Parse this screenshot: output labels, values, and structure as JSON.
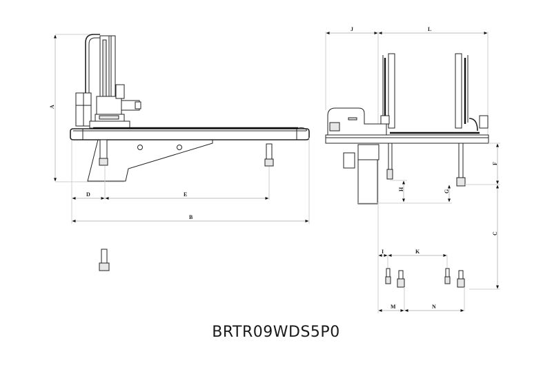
{
  "title": "BRTR09WDS5P0",
  "diagram": {
    "type": "technical-drawing",
    "subject": "traverse robot arm (side view and front view)",
    "side_view": {
      "dimension_labels": [
        "A",
        "B",
        "D",
        "E"
      ]
    },
    "front_view": {
      "dimension_labels": [
        "J",
        "L",
        "F",
        "G",
        "H",
        "C"
      ]
    },
    "detail_view": {
      "dimension_labels": [
        "I",
        "K",
        "M",
        "N"
      ]
    }
  },
  "dims": {
    "A": "A",
    "B": "B",
    "C": "C",
    "D": "D",
    "E": "E",
    "F": "F",
    "G": "G",
    "H": "H",
    "I": "I",
    "J": "J",
    "K": "K",
    "L": "L",
    "M": "M",
    "N": "N"
  }
}
